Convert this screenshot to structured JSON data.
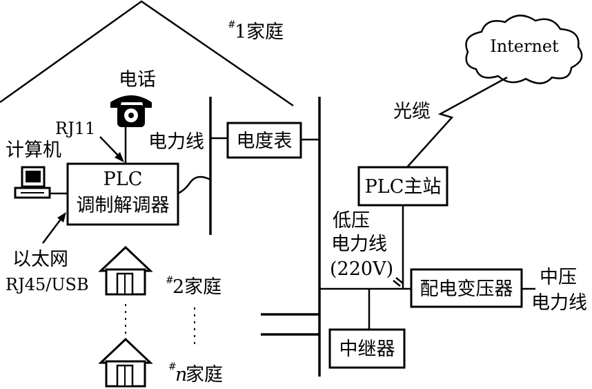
{
  "labels": {
    "home1": "1家庭",
    "home2": "2家庭",
    "homen": "家庭",
    "home_n_letter": "n",
    "hash": "#",
    "phone": "电话",
    "rj11": "RJ11",
    "computer": "计算机",
    "power_line": "电力线",
    "meter": "电度表",
    "plc": "PLC",
    "modem": "调制解调器",
    "ethernet": "以太网",
    "rj45": "RJ45/USB",
    "internet": "Internet",
    "fiber": "光缆",
    "master": "PLC主站",
    "lv1": "低压",
    "lv2": "电力线",
    "lv3": "(220V)",
    "transformer": "配电变压器",
    "mv1": "中压",
    "mv2": "电力线",
    "repeater": "中继器"
  }
}
